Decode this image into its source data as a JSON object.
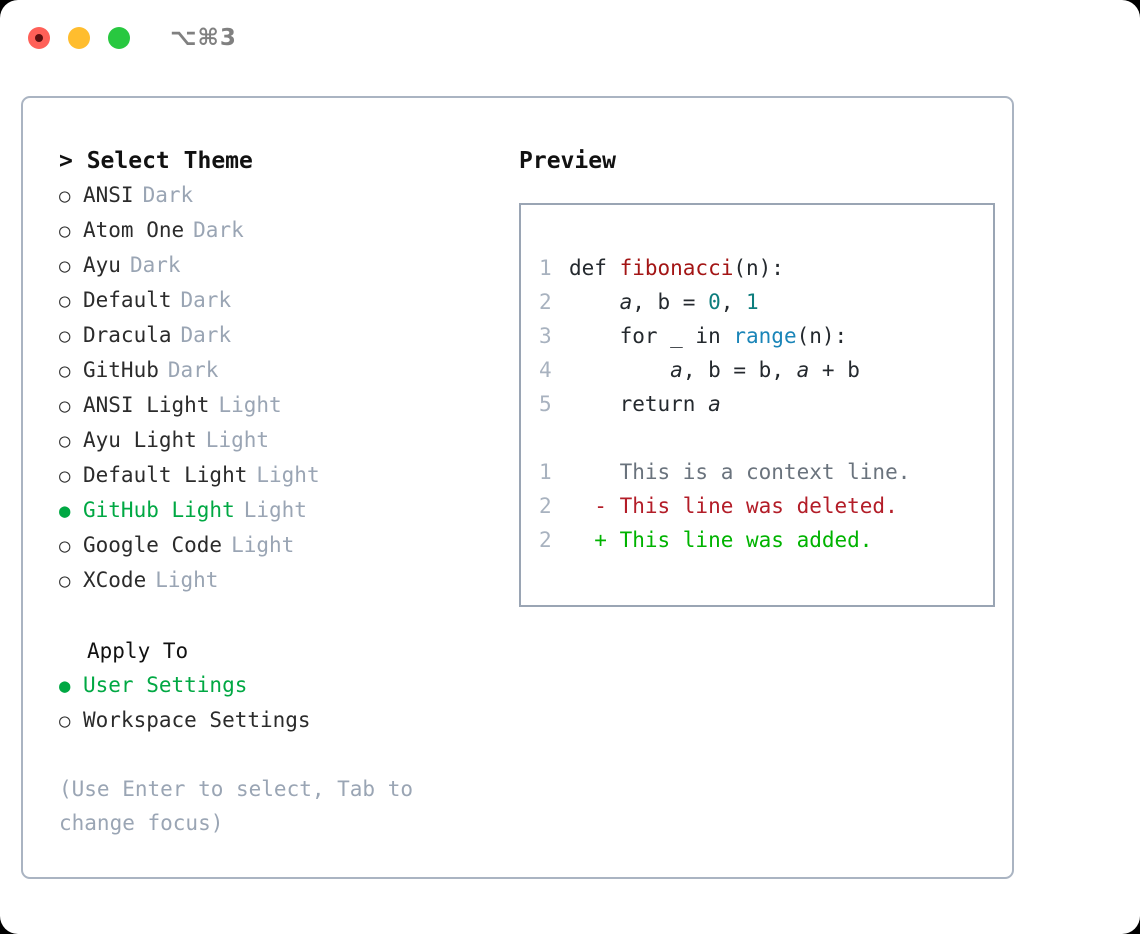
{
  "window": {
    "shortcut": "⌥⌘3",
    "traffic_lights": [
      {
        "name": "close",
        "color": "#ff6058"
      },
      {
        "name": "minimize",
        "color": "#ffbd2e"
      },
      {
        "name": "maximize",
        "color": "#28c840"
      }
    ]
  },
  "theme_panel": {
    "header": "> Select Theme",
    "marker_selected": "●",
    "marker_unselected": "○",
    "selected_color": "#00a843",
    "category_color": "#9aa5b4",
    "items": [
      {
        "label": "ANSI",
        "category": "Dark",
        "selected": false
      },
      {
        "label": "Atom One",
        "category": "Dark",
        "selected": false
      },
      {
        "label": "Ayu",
        "category": "Dark",
        "selected": false
      },
      {
        "label": "Default",
        "category": "Dark",
        "selected": false
      },
      {
        "label": "Dracula",
        "category": "Dark",
        "selected": false
      },
      {
        "label": "GitHub",
        "category": "Dark",
        "selected": false
      },
      {
        "label": "ANSI Light",
        "category": "Light",
        "selected": false
      },
      {
        "label": "Ayu Light",
        "category": "Light",
        "selected": false
      },
      {
        "label": "Default Light",
        "category": "Light",
        "selected": false
      },
      {
        "label": "GitHub Light",
        "category": "Light",
        "selected": true
      },
      {
        "label": "Google Code",
        "category": "Light",
        "selected": false
      },
      {
        "label": "XCode",
        "category": "Light",
        "selected": false
      }
    ]
  },
  "apply_to": {
    "title": "Apply To",
    "items": [
      {
        "label": "User Settings",
        "selected": true
      },
      {
        "label": "Workspace Settings",
        "selected": false
      }
    ]
  },
  "hint": "(Use Enter to select, Tab to change focus)",
  "preview": {
    "title": "Preview",
    "code_lines": [
      {
        "lineno": "1",
        "tokens": [
          {
            "text": "def ",
            "type": "plain"
          },
          {
            "text": "fibonacci",
            "type": "function"
          },
          {
            "text": "(n):",
            "type": "plain"
          }
        ]
      },
      {
        "lineno": "2",
        "tokens": [
          {
            "text": "    ",
            "type": "plain"
          },
          {
            "text": "a",
            "type": "variable"
          },
          {
            "text": ", b = ",
            "type": "plain"
          },
          {
            "text": "0",
            "type": "number"
          },
          {
            "text": ", ",
            "type": "plain"
          },
          {
            "text": "1",
            "type": "number"
          }
        ]
      },
      {
        "lineno": "3",
        "tokens": [
          {
            "text": "    for _ in ",
            "type": "plain"
          },
          {
            "text": "range",
            "type": "builtin"
          },
          {
            "text": "(n):",
            "type": "plain"
          }
        ]
      },
      {
        "lineno": "4",
        "tokens": [
          {
            "text": "        ",
            "type": "plain"
          },
          {
            "text": "a",
            "type": "variable"
          },
          {
            "text": ", b = b, ",
            "type": "plain"
          },
          {
            "text": "a",
            "type": "variable"
          },
          {
            "text": " + b",
            "type": "plain"
          }
        ]
      },
      {
        "lineno": "5",
        "tokens": [
          {
            "text": "    return ",
            "type": "plain"
          },
          {
            "text": "a",
            "type": "variable"
          }
        ]
      }
    ],
    "diff_lines": [
      {
        "lineno": "1",
        "sign": " ",
        "text": "This is a context line.",
        "kind": "context"
      },
      {
        "lineno": "2",
        "sign": "-",
        "text": "This line was deleted.",
        "kind": "deleted"
      },
      {
        "lineno": "2",
        "sign": "+",
        "text": "This line was added.",
        "kind": "added"
      }
    ],
    "colors": {
      "function": "#a31515",
      "number": "#0d7d7d",
      "builtin": "#1a85b8",
      "plain": "#24292e",
      "lineno": "#a8b2bf",
      "context": "#6a737d",
      "deleted": "#b31d28",
      "added": "#00b300"
    }
  }
}
